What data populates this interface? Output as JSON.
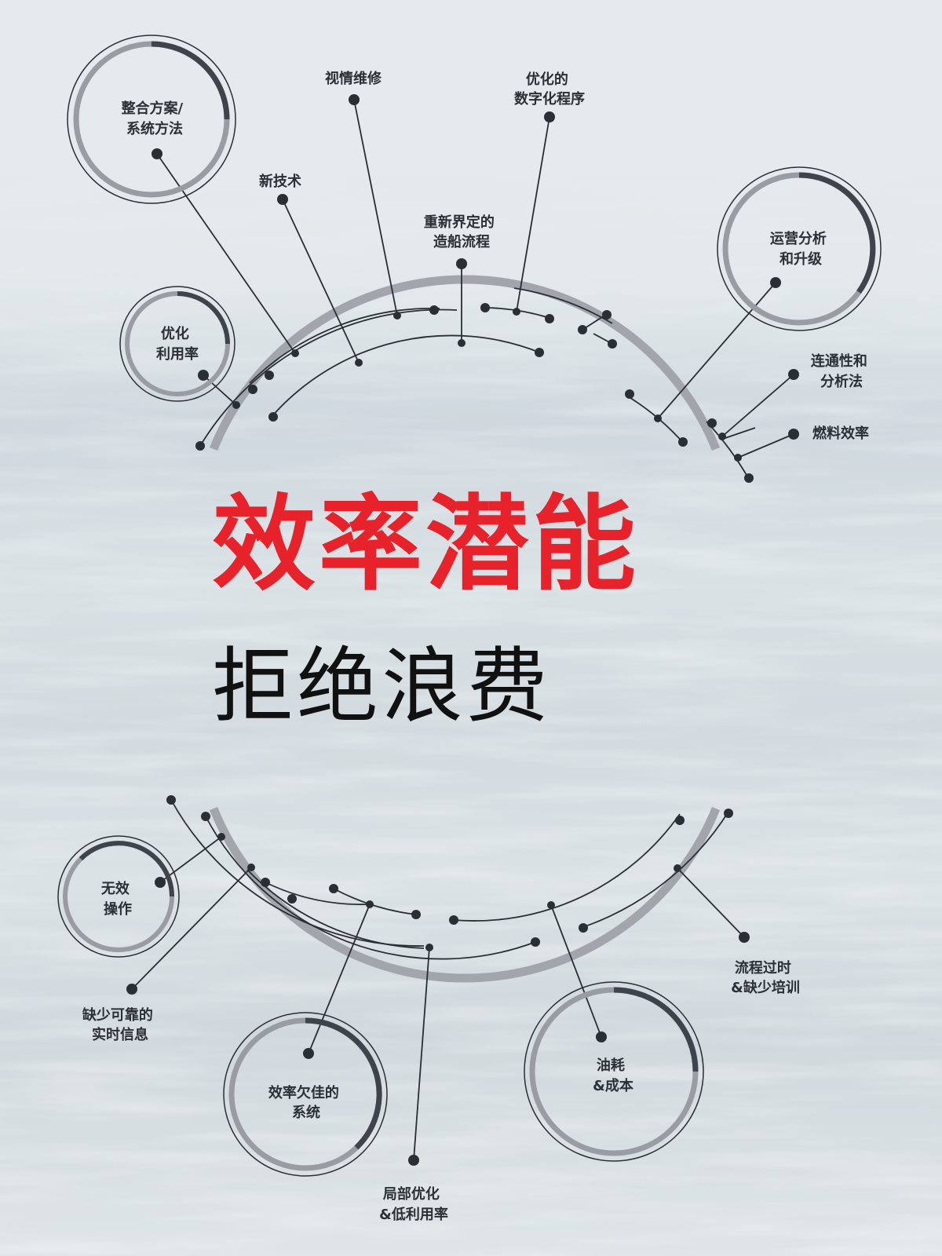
{
  "title": "效率潜能",
  "subtitle": "拒绝浪费",
  "colors": {
    "title_red": "#e8222a",
    "subtitle_black": "#111111",
    "line_dark": "#2a2e35",
    "arc_gray": "#a3a5ad",
    "ring_dark": "#3f444c",
    "ring_light": "#9a9ca4"
  },
  "top_labels": {
    "integrated": [
      "整合方案/",
      "系统方法"
    ],
    "maintenance": [
      "视情维修"
    ],
    "digital": [
      "优化的",
      "数字化程序"
    ],
    "new_tech": [
      "新技术"
    ],
    "shipbuilding": [
      "重新界定的",
      "造船流程"
    ],
    "ops": [
      "运营分析",
      "和升级"
    ],
    "utilization": [
      "优化",
      "利用率"
    ],
    "connectivity": [
      "连通性和",
      "分析法"
    ],
    "fuel_eff": [
      "燃料效率"
    ]
  },
  "bottom_labels": {
    "ineffective": [
      "无效",
      "操作"
    ],
    "no_info": [
      "缺少可靠的",
      "实时信息"
    ],
    "inefficient": [
      "效率欠佳的",
      "系统"
    ],
    "local_opt": [
      "局部优化",
      "&低利用率"
    ],
    "fuel_cost": [
      "油耗",
      "&成本"
    ],
    "outdated": [
      "流程过时",
      "&缺少培训"
    ]
  }
}
